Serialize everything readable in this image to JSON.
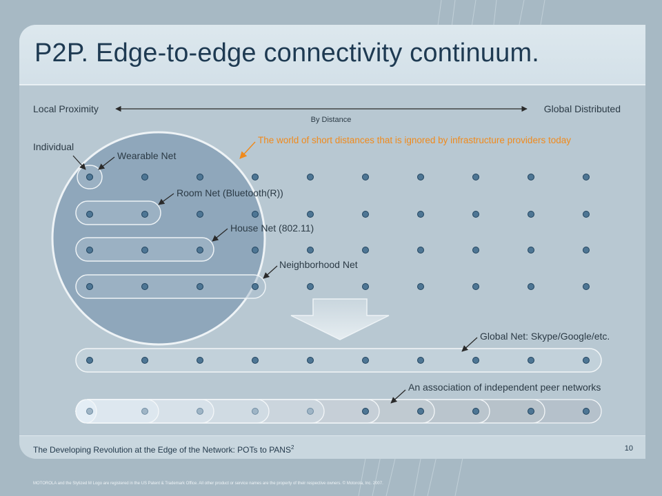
{
  "slide": {
    "title": "P2P. Edge-to-edge connectivity continuum.",
    "footer_caption": "The Developing Revolution at the Edge of the Network: POTs to PANS",
    "footer_superscript": "2",
    "page_number": "10",
    "legal": "MOTOROLA and the Stylized M Logo are registered in the US Patent & Trademark Office. All other product or service names are the property of their respective owners. © Motorola, Inc. 2007."
  },
  "axis": {
    "left_label": "Local Proximity",
    "right_label": "Global Distributed",
    "center_label": "By Distance"
  },
  "labels": {
    "individual": "Individual",
    "wearable": "Wearable Net",
    "room": "Room Net (Bluetooth(R))",
    "house": "House Net (802.11)",
    "neighborhood": "Neighborhood Net",
    "short_distance_note": "The world of short distances that is ignored by infrastructure providers today",
    "global": "Global Net: Skype/Google/etc.",
    "association": "An association of independent peer networks"
  },
  "colors": {
    "accent_orange": "#f08a1c",
    "title_text": "#1e3a52",
    "node_fill": "#4e7694",
    "node_stroke": "#20435e",
    "circle_fill": "#8fa7bb"
  }
}
